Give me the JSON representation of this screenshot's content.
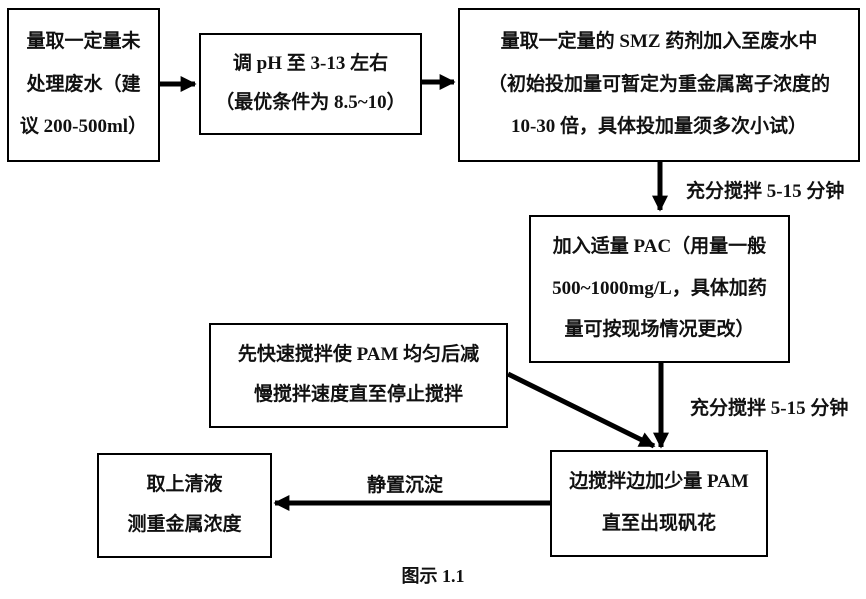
{
  "nodes": [
    {
      "id": "measure-wastewater",
      "lines": [
        "量取一定量未",
        "处理废水（建",
        "议 200-500ml）"
      ]
    },
    {
      "id": "adjust-ph",
      "lines": [
        "调 pH 至 3-13 左右",
        "（最优条件为 8.5~10）"
      ]
    },
    {
      "id": "add-smz",
      "lines": [
        "量取一定量的 SMZ 药剂加入至废水中",
        "（初始投加量可暂定为重金属离子浓度的",
        "10-30 倍，具体投加量须多次小试）"
      ]
    },
    {
      "id": "add-pac",
      "lines": [
        "加入适量 PAC（用量一般",
        "500~1000mg/L，具体加药",
        "量可按现场情况更改）"
      ]
    },
    {
      "id": "pam-stir",
      "lines": [
        "先快速搅拌使 PAM 均匀后减",
        "慢搅拌速度直至停止搅拌"
      ]
    },
    {
      "id": "add-pam",
      "lines": [
        "边搅拌边加少量 PAM",
        "直至出现矾花"
      ]
    },
    {
      "id": "take-supernatant",
      "lines": [
        "取上清液",
        "测重金属浓度"
      ]
    }
  ],
  "edge_labels": [
    {
      "id": "stir-1",
      "text": "充分搅拌 5-15 分钟"
    },
    {
      "id": "stir-2",
      "text": "充分搅拌 5-15 分钟"
    },
    {
      "id": "settle",
      "text": "静置沉淀"
    }
  ],
  "caption": "图示 1.1",
  "colors": {
    "line": "#000000",
    "background": "#ffffff",
    "text": "#111111"
  }
}
